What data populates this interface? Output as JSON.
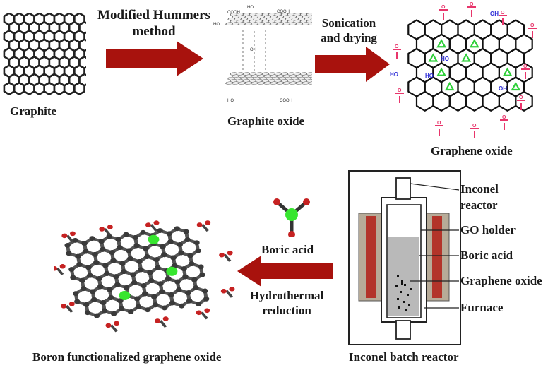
{
  "top_row": {
    "graphite": "Graphite",
    "step1_line1": "Modified Hummers",
    "step1_line2": "method",
    "graphite_oxide": "Graphite oxide",
    "step2_line1": "Sonication",
    "step2_line2": "and drying",
    "graphene_oxide": "Graphene oxide"
  },
  "reactor": {
    "labels": [
      "Inconel",
      "reactor",
      "GO holder",
      "Boric acid",
      "Graphene oxide",
      "Furnace"
    ],
    "caption": "Inconel batch reactor"
  },
  "bottom_row": {
    "boric_acid": "Boric acid",
    "step3_line1": "Hydrothermal",
    "step3_line2": "reduction",
    "product": "Boron functionalized graphene oxide"
  },
  "molecule_text": {
    "cooh": "COOH",
    "ho": "HO",
    "oh": "OH"
  },
  "colors": {
    "arrow": "#a8120d",
    "carboxyl": "#e8356b",
    "hydroxyl": "#2b2bd6",
    "epoxide": "#2fcf3a",
    "boron": "#37e62f",
    "oxygen": "#c62222",
    "carbon": "#3a3a3a",
    "furnace": "#b3342a",
    "holder_fill": "#b9b9b9"
  },
  "icons": [
    "right-arrow-icon",
    "left-arrow-icon"
  ]
}
